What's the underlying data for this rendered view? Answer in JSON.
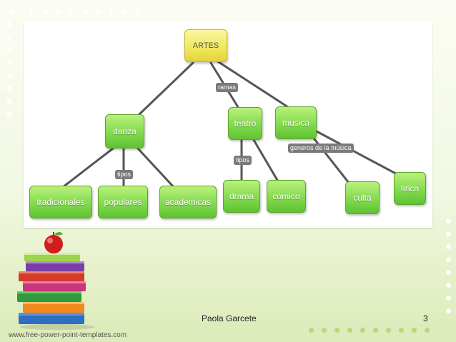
{
  "slide": {
    "author": "Paola Garcete",
    "page_number": "3",
    "website": "www.free-power-point-templates.com"
  },
  "diagram": {
    "root": "ARTES",
    "nodes": {
      "danza": "danza",
      "teatro": "teatro",
      "musica": "musica",
      "tradicionales": "tradicionales",
      "populares": "populares",
      "academicas": "academicas",
      "drama": "drama",
      "comico": "cómico",
      "culta": "culta",
      "lirica": "lírica"
    },
    "link_labels": {
      "ramas": "ramas",
      "tipos_danza": "tipos",
      "tipos_teatro": "tipos",
      "generos": "generos de la música"
    }
  },
  "colors": {
    "node_green": "#7ed84a",
    "root_yellow": "#f1e65a",
    "connector": "#555555",
    "background": "#f2f8e2"
  }
}
